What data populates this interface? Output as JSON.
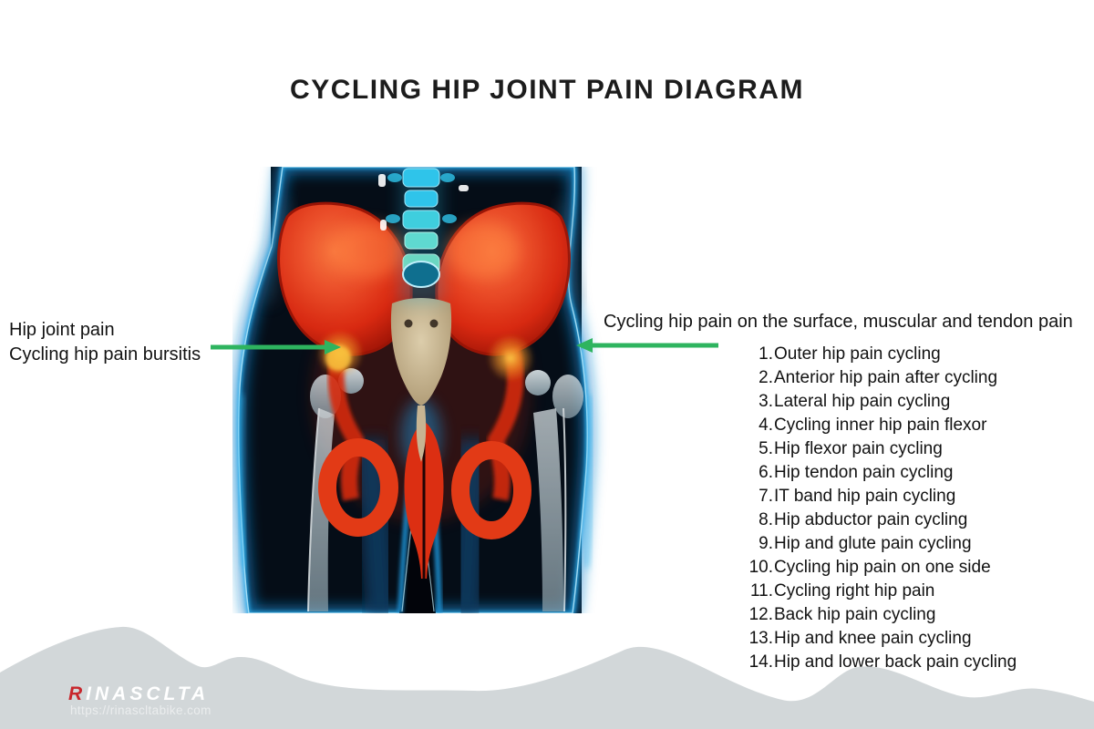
{
  "page": {
    "title": "CYCLING HIP JOINT PAIN DIAGRAM",
    "background_color": "#ffffff"
  },
  "left_annotation": {
    "line1": "Hip joint pain",
    "line2": "Cycling hip pain bursitis"
  },
  "right_annotation": {
    "heading": "Cycling hip pain on the surface, muscular and tendon pain",
    "items": [
      "Outer hip pain cycling",
      "Anterior hip pain after cycling",
      "Lateral hip pain cycling",
      "Cycling inner hip pain flexor",
      "Hip flexor pain cycling",
      "Hip tendon pain cycling",
      "IT band hip pain cycling",
      "Hip abductor pain cycling",
      "Hip and glute pain cycling",
      "Cycling hip pain on one side",
      "Cycling right hip pain",
      "Back hip pain cycling",
      "Hip and knee pain cycling",
      "Hip and lower back pain cycling"
    ]
  },
  "arrows": {
    "color": "#2eb45f"
  },
  "illustration": {
    "name": "hip-xray-illustration"
  },
  "footer": {
    "brand_prefix": "R",
    "brand_rest": "INASCLTA",
    "url": "https://rinascltabike.com",
    "mountain_color": "#d2d7d9",
    "logo_red": "#c8262c"
  }
}
